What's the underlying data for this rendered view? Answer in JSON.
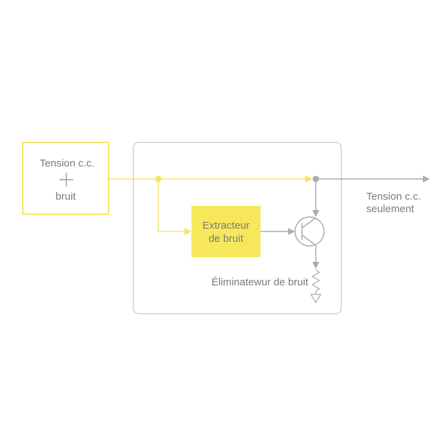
{
  "colors": {
    "signal": "#f3e65a",
    "output": "#aaaaaa",
    "text": "#7a7a7a",
    "box_fill": "#f6e85a"
  },
  "input": {
    "line1": "Tension c.c.",
    "plus": "+",
    "line2": "bruit"
  },
  "extractor": {
    "line1": "Extracteur",
    "line2": "de bruit"
  },
  "eliminator_label": "Éliminatewur de bruit",
  "output": {
    "line1": "Tension c.c.",
    "line2": "seulement"
  }
}
